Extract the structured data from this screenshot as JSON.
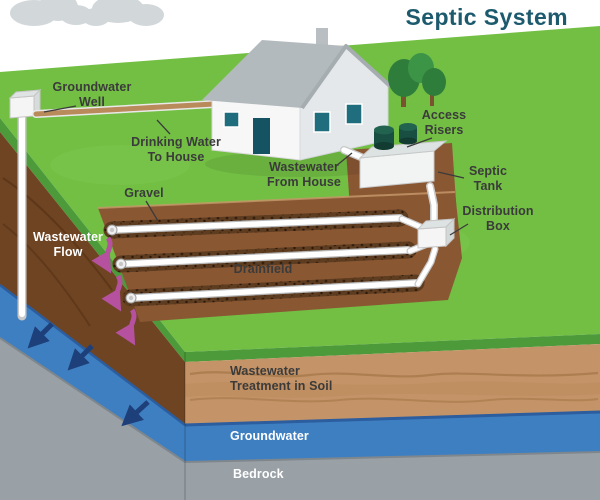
{
  "title": "Septic System",
  "labels": {
    "groundwater_well": "Groundwater\nWell",
    "drinking_water": "Drinking Water\nTo House",
    "wastewater_from_house": "Wastewater\nFrom House",
    "access_risers": "Access\nRisers",
    "septic_tank": "Septic\nTank",
    "distribution_box": "Distribution\nBox",
    "gravel": "Gravel",
    "drainfield": "Drainfield",
    "wastewater_flow": "Wastewater\nFlow",
    "wastewater_treatment": "Wastewater\nTreatment in Soil",
    "groundwater": "Groundwater",
    "bedrock": "Bedrock"
  },
  "colors": {
    "title": "#1d5a6e",
    "label": "#3b3b3b",
    "grass": "#72bf44",
    "grass_edge": "#4c9a3a",
    "soil_tan": "#c49468",
    "soil_dark": "#6e4423",
    "trench": "#8a5733",
    "gravel_bed": "#5e3c20",
    "groundwater": "#3e7fc1",
    "bedrock": "#99a1a7",
    "pipe": "#ffffff",
    "pipe_drinking": "#b98a5a",
    "riser": "#184f42",
    "window": "#1f6d7d",
    "tree": "#2f7d3a",
    "cloud": "#d2d7da",
    "arrow_wastewater": "#b5519e",
    "arrow_groundwater": "#1d3f7a"
  },
  "icons": {
    "clouds": "cloud-icon",
    "trees": "tree-icon",
    "percolation": "wastewater-flow-arrow-icon",
    "groundwater_flow": "groundwater-flow-arrow-icon"
  }
}
